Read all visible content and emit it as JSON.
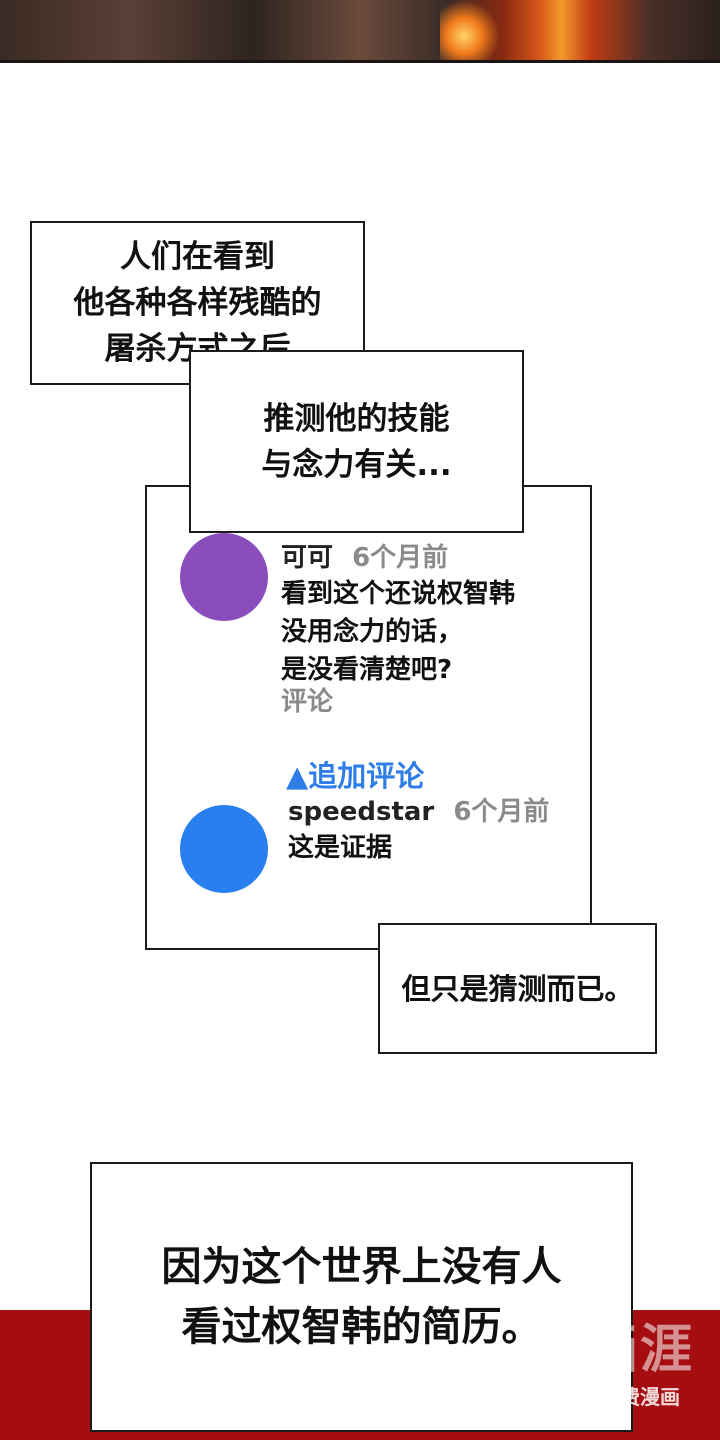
{
  "captions": {
    "first": [
      "人们在看到",
      "他各种各样残酷的",
      "屠杀方式之后"
    ],
    "second": [
      "推测他的技能",
      "与念力有关..."
    ],
    "third": [
      "但只是猜测而已。"
    ],
    "fourth": [
      "因为这个世界上没有人",
      "看过权智韩的简历。"
    ]
  },
  "comments": [
    {
      "avatar_color": "#8a4dbb",
      "username": "可可",
      "time": "6个月前",
      "lines": [
        "看到这个还说权智韩",
        "没用念力的话，",
        "是没看清楚吧?"
      ],
      "action": "评论"
    },
    {
      "avatar_color": "#2a7ff0",
      "add_comment": "▲追加评论",
      "username": "speedstar",
      "time": "6个月前",
      "lines": [
        "这是证据"
      ]
    }
  ],
  "colors": {
    "accent_blue": "#2f7de6",
    "red_band": "#a50d10"
  },
  "watermark": {
    "logo": "画涯",
    "text": "免费漫画"
  }
}
